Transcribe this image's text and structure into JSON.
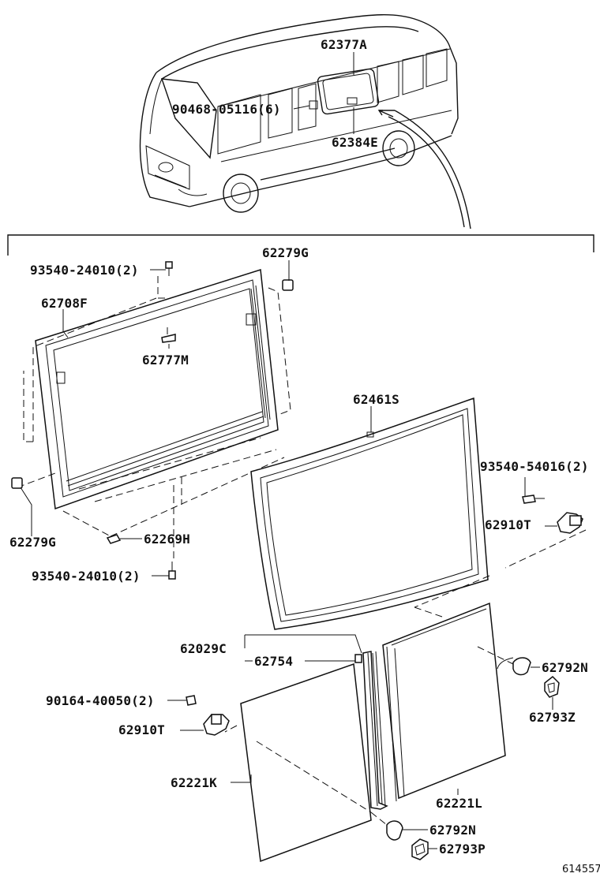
{
  "diagram": {
    "parts": {
      "window_assy_top": "62377A",
      "bolt_top": "90468-05116(6)",
      "seal_top": "62384E",
      "bolt_upper": "93540-24010(2)",
      "stopper_upper": "62279G",
      "frame": "62708F",
      "clip": "62777M",
      "stopper_lower": "62279G",
      "spacer": "62269H",
      "bolt_lower": "93540-24010(2)",
      "weatherstrip": "62461S",
      "bolt_right": "93540-54016(2)",
      "latch_right": "62910T",
      "guide_group": "62029C",
      "guide": "62754",
      "bolt_left": "90164-40050(2)",
      "latch_left": "62910T",
      "glass_left": "62221K",
      "glass_right": "62221L",
      "cap_right": "62792N",
      "grommet_right": "62793Z",
      "cap_bottom": "62792N",
      "grommet_bottom": "62793P"
    },
    "reference_number": "614557"
  }
}
